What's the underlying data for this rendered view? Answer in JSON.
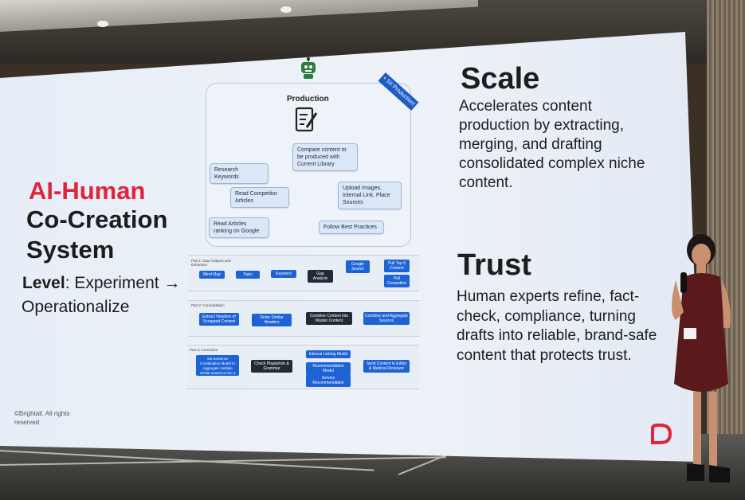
{
  "slide": {
    "title_line1": "AI-Human",
    "title_line2": "Co-Creation",
    "title_line3": "System",
    "level_label": "Level",
    "level_value": ": Experiment →",
    "level_value2": "Operationalize",
    "copyright": "©Brightall. All rights reserved",
    "scale_heading": "Scale",
    "scale_text": "Accelerates content production by extracting, merging, and drafting consolidated complex niche content.",
    "trust_heading": "Trust",
    "trust_text": "Human experts refine, fact-check, compliance, turning drafts into reliable, brand-safe content that protects trust."
  },
  "diagram": {
    "production_title": "Production",
    "badge": "+ 5X Production!",
    "nodes": {
      "compare": "Compare content to be produced with Current Library",
      "research": "Research Keywords",
      "competitor": "Read Competitor Articles",
      "upload": "Upload Images, Internal Link, Place Sources",
      "articles": "Read Articles ranking on Google",
      "best": "Follow Best Practices"
    },
    "band1": {
      "label": "Part 1: Gap Analysis and Extraction",
      "pills": [
        "Mind Map",
        "Topic",
        "Keyword",
        "Gap Analysis",
        "Google Search",
        "Pull Top 5 Content",
        "Pull Competitor"
      ]
    },
    "band2": {
      "label": "Part 2: Consolidation",
      "pills": [
        "Extract Headers of Scrapped Content",
        "Order Similar Headers",
        "Combine Content into Master Content",
        "Combine and Aggregate Sources"
      ]
    },
    "band3": {
      "label": "Part 3: Correction",
      "pills": [
        "Via Sentence Combination Model to Aggregate multiple similar sentence into 1",
        "Check Plagiarism & Grammar",
        "Internal Linking Model",
        "Recommendation Model",
        "Service Recommendation",
        "Send Content to Editor & Medical Reviewer"
      ]
    }
  },
  "colors": {
    "accent_red": "#e0243c",
    "accent_blue": "#1e63d6"
  }
}
